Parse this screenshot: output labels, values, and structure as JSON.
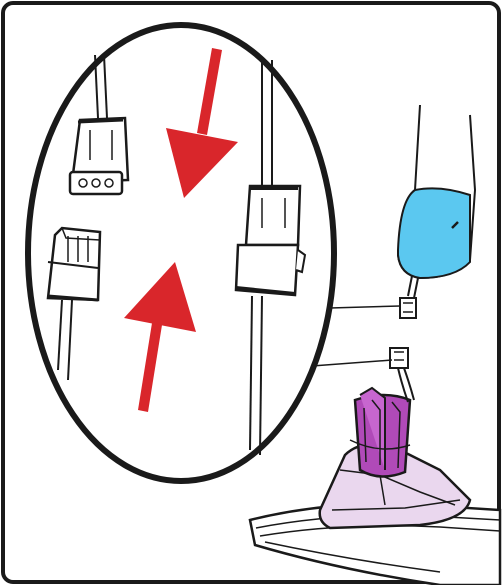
{
  "diagram": {
    "type": "assembly-illustration",
    "colors": {
      "outline": "#1a1a1a",
      "arrow": "#d9262b",
      "reservoir_fluid": "#5bc8f0",
      "housing": "#b04ab8",
      "base": "#ead7ee",
      "background": "#ffffff"
    },
    "icons": [
      "connector-plug",
      "connector-socket",
      "arrow-down",
      "arrow-up",
      "fluid-bottle",
      "purple-housing"
    ]
  }
}
